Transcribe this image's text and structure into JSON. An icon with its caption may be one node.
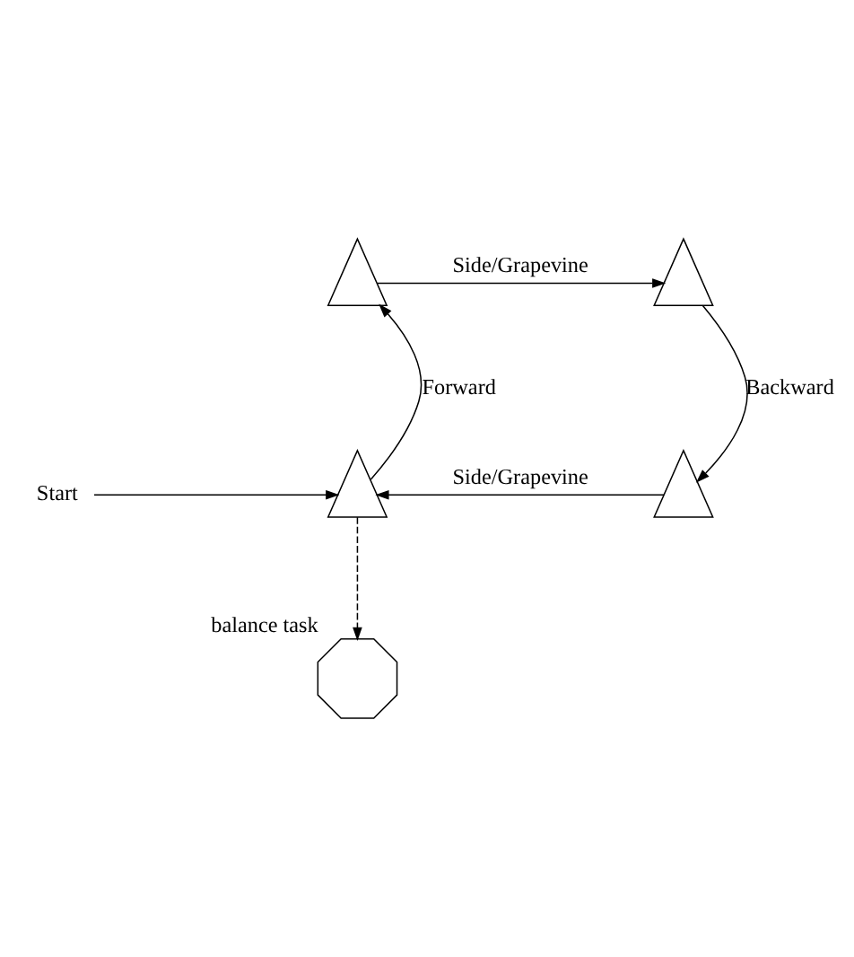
{
  "diagram": {
    "nodes": [
      {
        "text": [],
        "shape": "triangle"
      },
      {
        "text": [],
        "shape": "triangle"
      },
      {
        "text": [],
        "shape": "triangle"
      },
      {
        "text": [],
        "shape": "triangle"
      },
      {
        "text": [
          "Start"
        ]
      },
      {
        "text": [],
        "shape": "octagon",
        "beside": [
          "balance task"
        ]
      }
    ],
    "edges": [
      {
        "from": 0,
        "to": 1,
        "arrow": "to",
        "label": "Side/Grapevine"
      },
      {
        "from": 1,
        "to": 2,
        "arrow": "to",
        "label": "Backward"
      },
      {
        "from": 2,
        "to": 3,
        "arrow": "to",
        "label": "Side/Grapevine"
      },
      {
        "from": 3,
        "to": 0,
        "arrow": "to",
        "label": "Forward"
      },
      {
        "from": 4,
        "to": 3,
        "arrow": "to"
      },
      {
        "from": 3,
        "to": 5,
        "arrow": "to",
        "style": "dashed"
      }
    ]
  }
}
